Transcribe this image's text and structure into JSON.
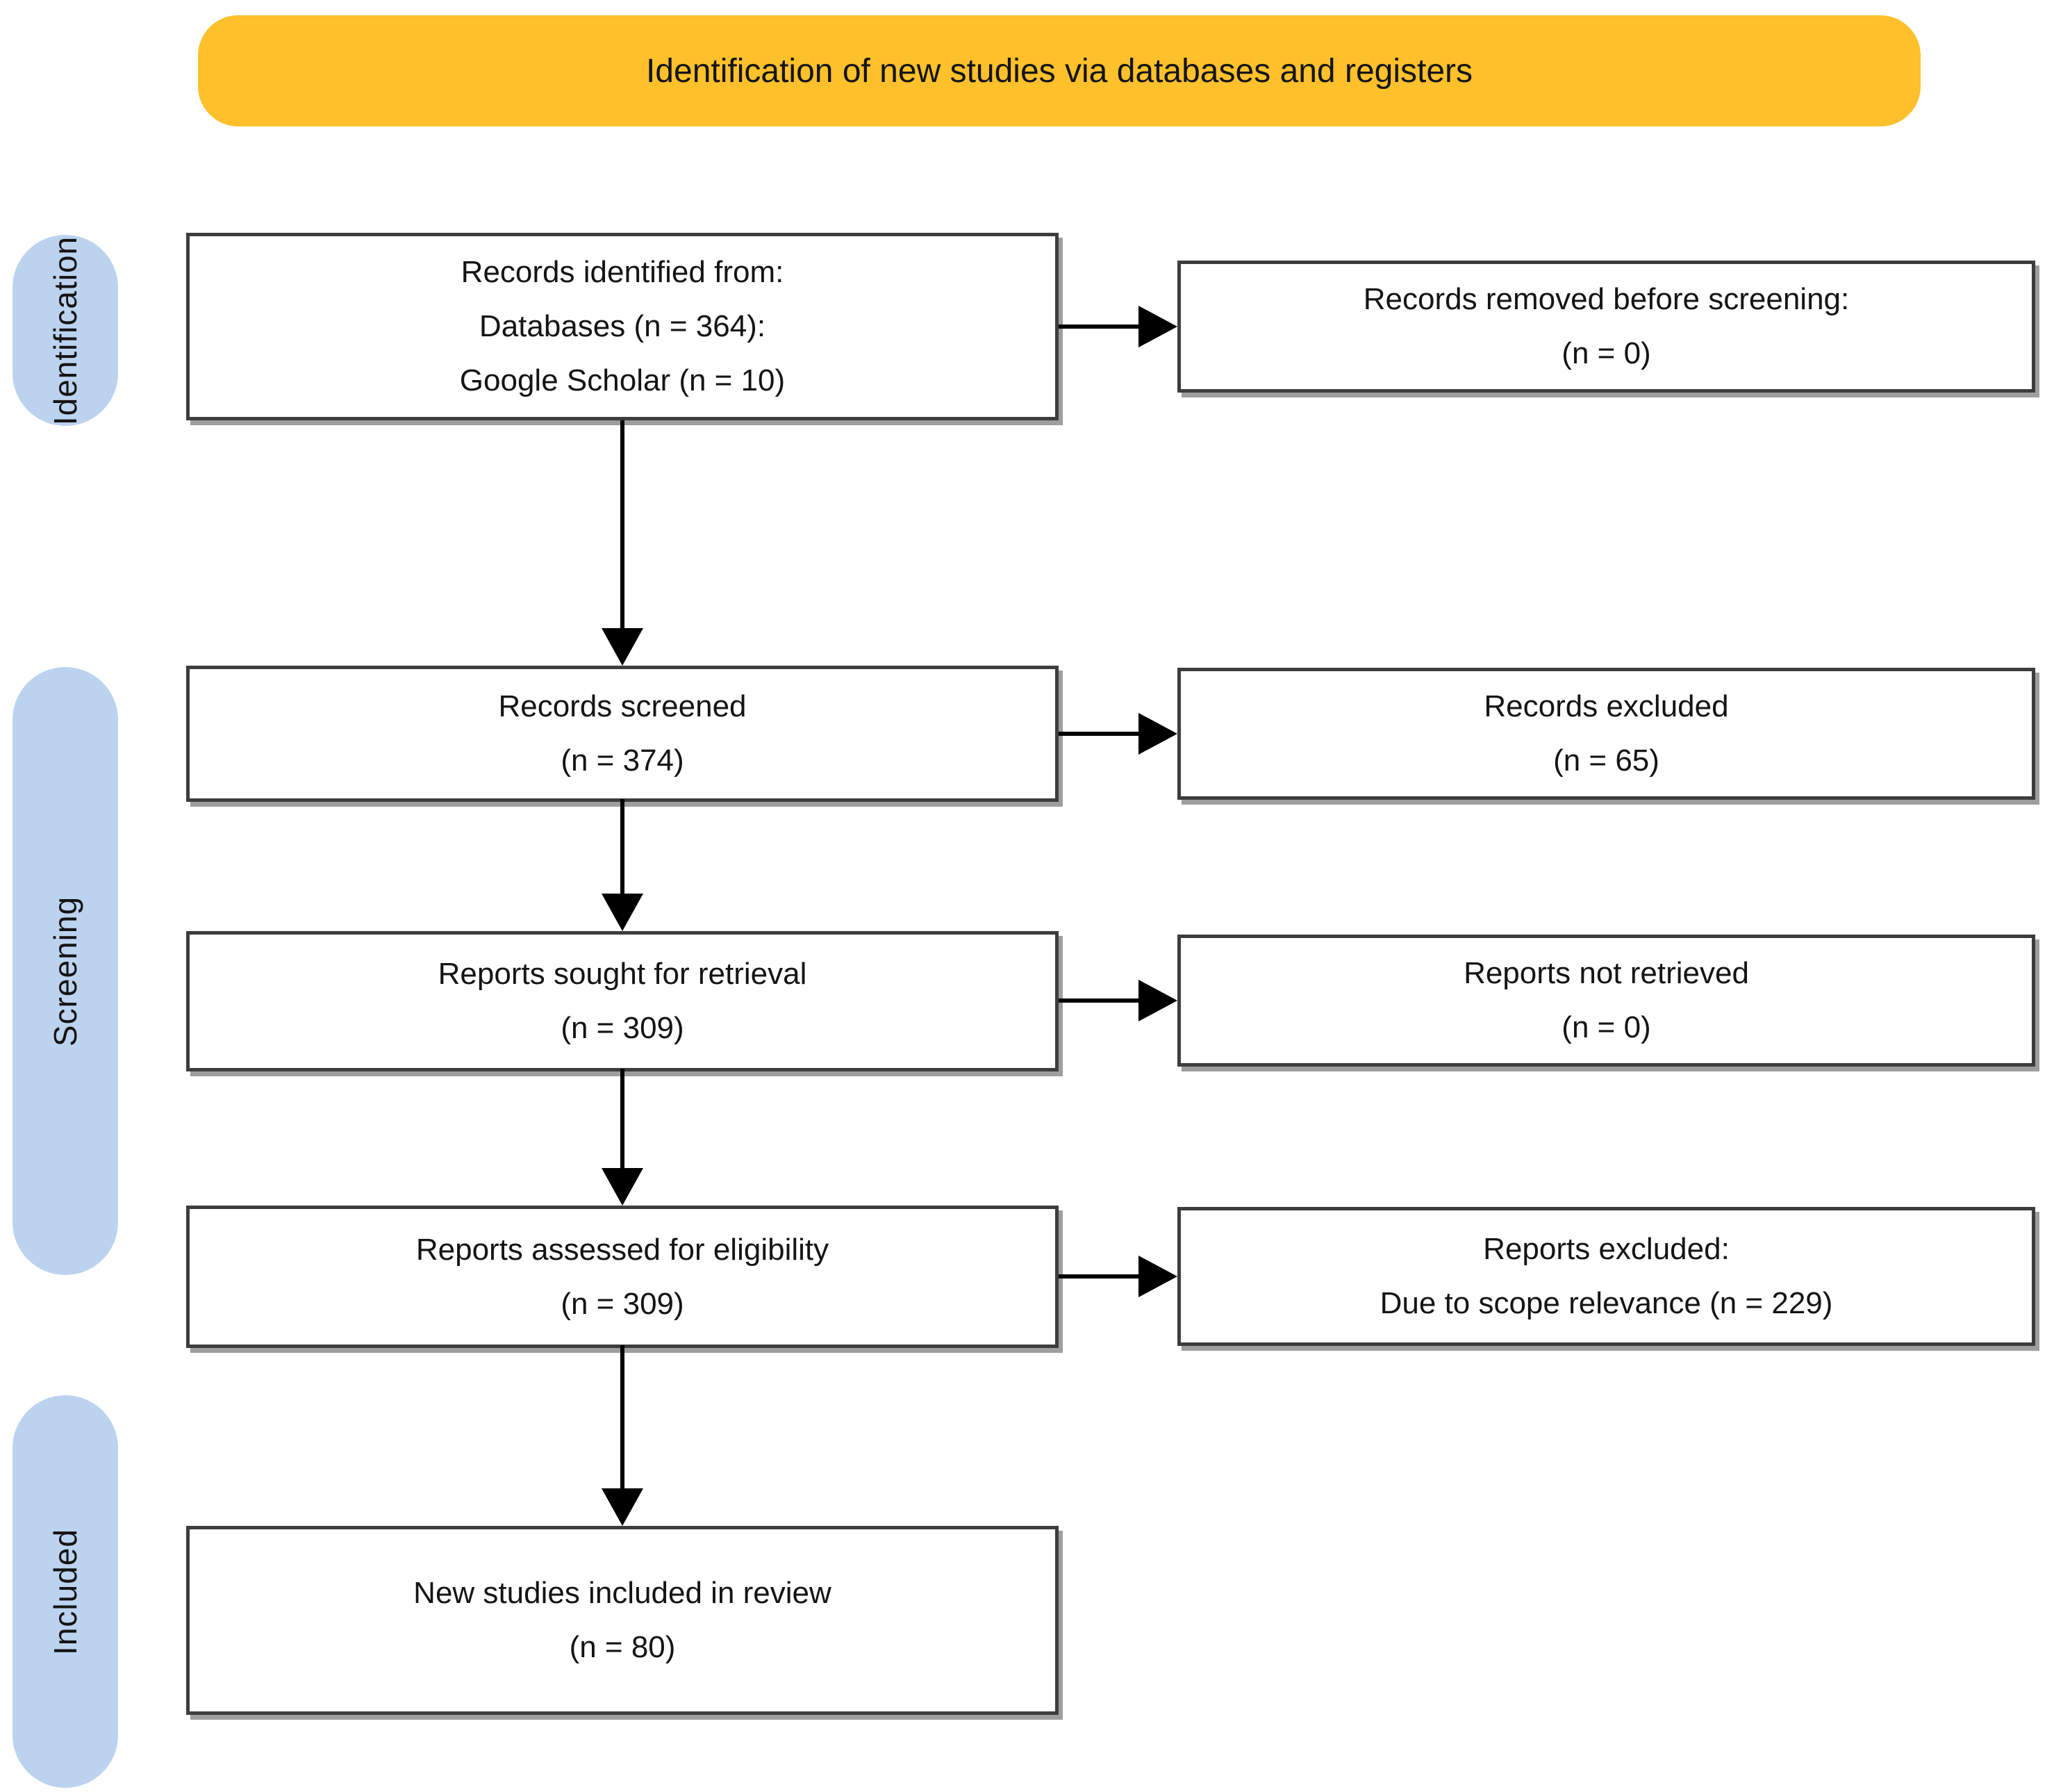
{
  "banner": {
    "label": "Identification of new studies via databases and registers"
  },
  "sidebar": {
    "identification": "Identification",
    "screening": "Screening",
    "included": "Included"
  },
  "boxes": {
    "records_identified": {
      "line1": "Records identified from:",
      "line2": "Databases (n = 364):",
      "line3": "Google Scholar (n = 10)"
    },
    "records_removed": {
      "line1": "Records removed before screening:",
      "line2": "(n = 0)"
    },
    "records_screened": {
      "line1": "Records screened",
      "line2": "(n = 374)"
    },
    "records_excluded": {
      "line1": "Records excluded",
      "line2": "(n = 65)"
    },
    "reports_sought": {
      "line1": "Reports sought for retrieval",
      "line2": "(n = 309)"
    },
    "reports_not_retrieved": {
      "line1": "Reports not retrieved",
      "line2": "(n = 0)"
    },
    "reports_assessed": {
      "line1": "Reports assessed for eligibility",
      "line2": "(n = 309)"
    },
    "reports_excluded": {
      "line1": "Reports excluded:",
      "line2": "Due to scope relevance (n = 229)"
    },
    "new_studies": {
      "line1": "New studies included in review",
      "line2": "(n = 80)"
    }
  },
  "colors": {
    "banner_bg": "#FEC02B",
    "stage_bg": "#BCD3EF",
    "box_border": "#3D3D3D",
    "box_shadow": "#9E9E9E",
    "arrow": "#000000"
  }
}
